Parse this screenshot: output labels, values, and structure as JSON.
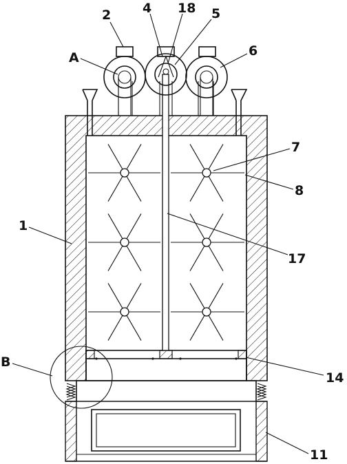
{
  "diagram": {
    "labels": {
      "l2": "2",
      "l4": "4",
      "l18": "18",
      "l5": "5",
      "l6": "6",
      "lA": "A",
      "l7": "7",
      "l8": "8",
      "l1": "1",
      "l17": "17",
      "lB": "B",
      "l14": "14",
      "l11": "11"
    },
    "colors": {
      "line": "#111111",
      "background": "#ffffff"
    }
  }
}
